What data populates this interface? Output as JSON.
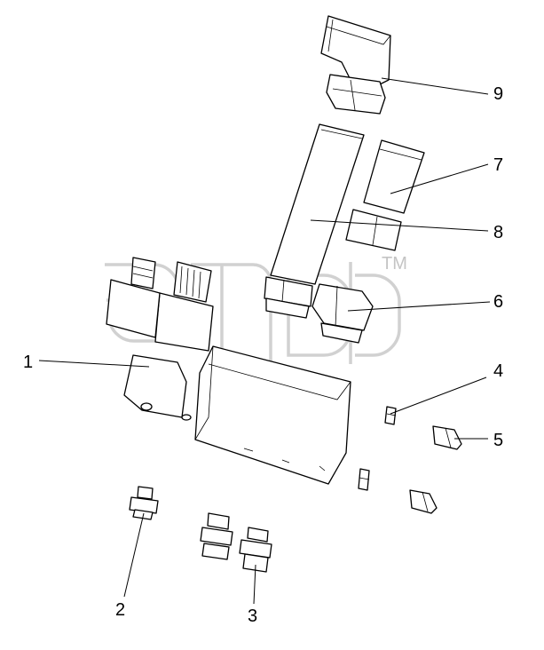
{
  "diagram": {
    "callouts": [
      {
        "id": "1",
        "label": "1"
      },
      {
        "id": "2",
        "label": "2"
      },
      {
        "id": "3",
        "label": "3"
      },
      {
        "id": "4",
        "label": "4"
      },
      {
        "id": "5",
        "label": "5"
      },
      {
        "id": "6",
        "label": "6"
      },
      {
        "id": "7",
        "label": "7"
      },
      {
        "id": "8",
        "label": "8"
      },
      {
        "id": "9",
        "label": "9"
      }
    ],
    "watermark": {
      "trademark": "TM"
    }
  }
}
